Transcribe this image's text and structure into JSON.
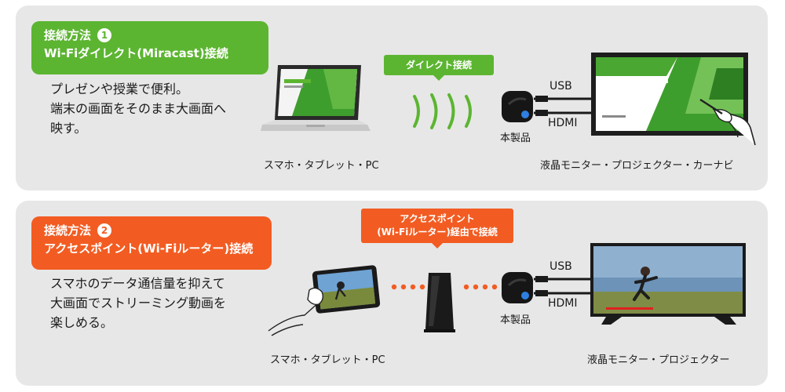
{
  "method1": {
    "badge_line1": "接続方法",
    "badge_number": "1",
    "badge_line2": "Wi-Fiダイレクト(Miracast)接続",
    "description": [
      "プレゼンや授業で便利。",
      "端末の画面をそのまま大画面へ",
      "映す。"
    ],
    "connection_tag": "ダイレクト接続",
    "source_caption": "スマホ・タブレット・PC",
    "product_label": "本製品",
    "usb_label": "USB",
    "hdmi_label": "HDMI",
    "display_caption": "液晶モニター・プロジェクター・カーナビ",
    "screen_title": "Business plan",
    "screen_subtitle": "Presentation"
  },
  "method2": {
    "badge_line1": "接続方法",
    "badge_number": "2",
    "badge_line2": "アクセスポイント(Wi-Fiルーター)接続",
    "description": [
      "スマホのデータ通信量を抑えて",
      "大画面でストリーミング動画を",
      "楽しめる。"
    ],
    "connection_tag_line1": "アクセスポイント",
    "connection_tag_line2": "(Wi-Fiルーター)経由で接続",
    "source_caption": "スマホ・タブレット・PC",
    "product_label": "本製品",
    "usb_label": "USB",
    "hdmi_label": "HDMI",
    "display_caption": "液晶モニター・プロジェクター"
  },
  "colors": {
    "green": "#5cb531",
    "orange": "#f25c22",
    "dots": "#f25c22",
    "panel": "#e7e7e7"
  },
  "icons": [
    "laptop-icon",
    "wifi-waves-icon",
    "media-dongle-icon",
    "monitor-icon",
    "smartphone-icon",
    "router-icon",
    "tv-icon"
  ]
}
